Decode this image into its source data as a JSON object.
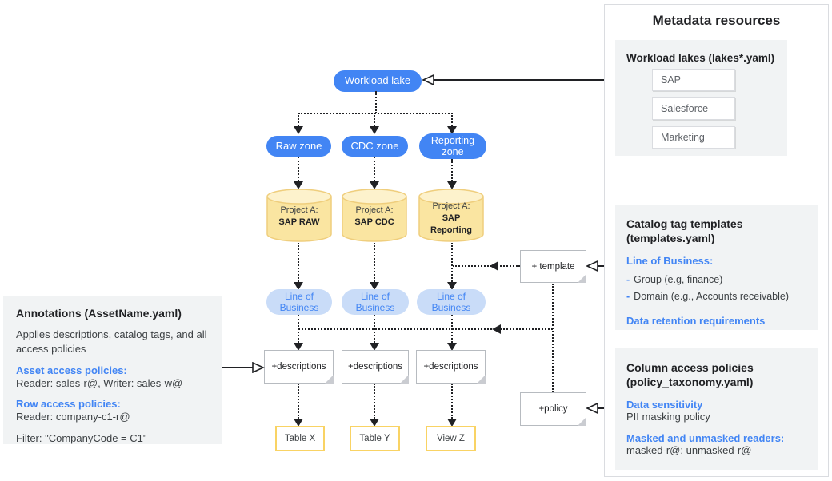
{
  "diagram": {
    "workload_lake_label": "Workload lake",
    "zones": [
      "Raw zone",
      "CDC zone",
      "Reporting zone"
    ],
    "projects": [
      {
        "prefix": "Project A:",
        "name": "SAP RAW"
      },
      {
        "prefix": "Project A:",
        "name": "SAP CDC"
      },
      {
        "prefix": "Project A:",
        "name": "SAP Reporting"
      }
    ],
    "lob_label": "Line of Business",
    "descriptions_note": "+descriptions",
    "template_note": "+ template",
    "policy_note": "+policy",
    "outputs": [
      "Table X",
      "Table Y",
      "View Z"
    ]
  },
  "annotations_panel": {
    "title": "Annotations (AssetName.yaml)",
    "intro": "Applies descriptions, catalog tags, and all access policies",
    "asset_heading": "Asset access policies:",
    "asset_body": "Reader: sales-r@, Writer: sales-w@",
    "row_heading": "Row access policies:",
    "row_body": "Reader: company-c1-r@",
    "filter": "Filter: \"CompanyCode = C1\""
  },
  "metadata_panel": {
    "title": "Metadata resources",
    "lakes": {
      "title": "Workload lakes (lakes*.yaml)",
      "items": [
        "SAP",
        "Salesforce",
        "Marketing"
      ]
    },
    "templates": {
      "title_l1": "Catalog tag templates",
      "title_l2": "(templates.yaml)",
      "heading": "Line of Business:",
      "bullet_dash": "-",
      "bullets": [
        "Group (e.g, finance)",
        "Domain (e.g., Accounts receivable)"
      ],
      "retention_heading": "Data retention requirements"
    },
    "policies": {
      "title_l1": "Column access policies",
      "title_l2": "(policy_taxonomy.yaml)",
      "sensitivity_heading": "Data sensitivity",
      "sensitivity_body": "PII masking policy",
      "readers_heading": "Masked and unmasked readers:",
      "readers_body": "masked-r@; unmasked-r@"
    }
  },
  "colors": {
    "pill_blue": "#4285F4",
    "lob_bg": "#C9DCF8",
    "lob_text": "#4285F4",
    "accent_blue": "#4285F4",
    "cylinder_fill": "#FAE5A1",
    "cylinder_top": "#FDF2CC",
    "cylinder_stroke": "#EFCE7D",
    "table_border": "#F9D364",
    "panel_bg": "#F1F3F4",
    "panel_border": "#DADCE0",
    "line_dark": "#202124",
    "text_primary": "#202124"
  }
}
